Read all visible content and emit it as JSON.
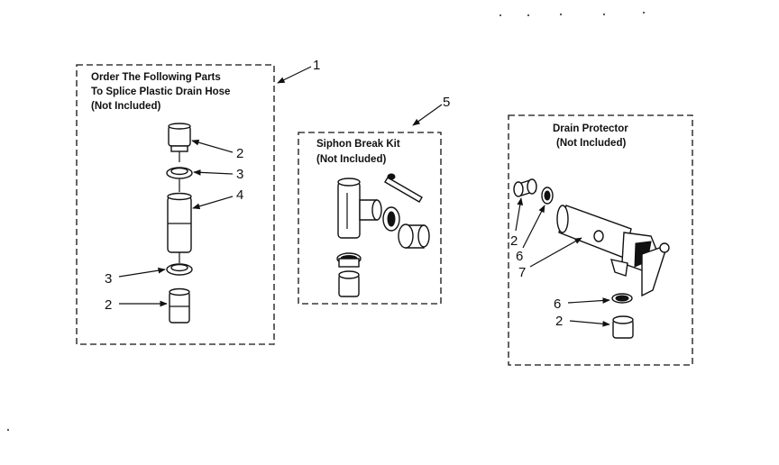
{
  "box1": {
    "title_lines": [
      "Order The Following Parts",
      "To Splice Plastic Drain Hose",
      "(Not Included)"
    ],
    "ref": "1",
    "callouts": [
      "2",
      "3",
      "4",
      "3",
      "2"
    ]
  },
  "box5": {
    "title_lines": [
      "Siphon Break Kit",
      "(Not Included)"
    ],
    "ref": "5"
  },
  "box_drain": {
    "title_lines": [
      "Drain Protector",
      "(Not Included)"
    ],
    "callouts": [
      "2",
      "6",
      "7",
      "6",
      "2"
    ]
  }
}
